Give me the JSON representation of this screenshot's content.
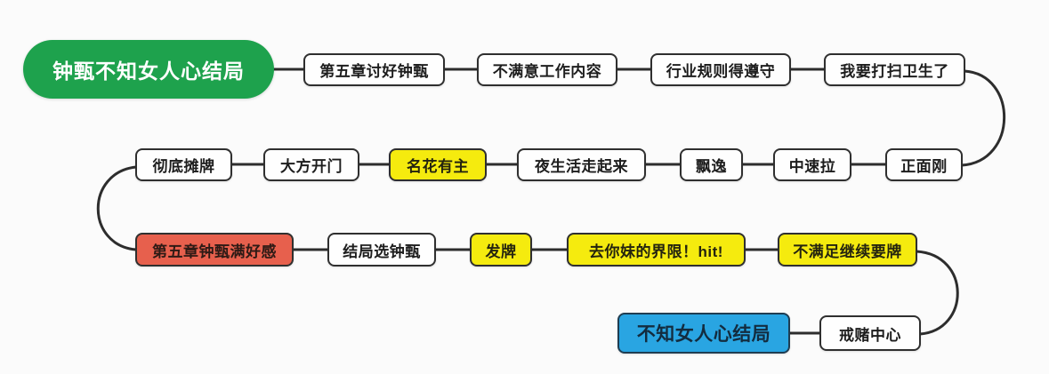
{
  "diagram": {
    "title_node": "钟甄不知女人心结局",
    "colors": {
      "green": "#1ea24d",
      "yellow": "#f5eb0e",
      "red": "#e7604d",
      "blue": "#29a5e2",
      "line": "#2d2d2d",
      "box_bg": "#fefefe",
      "box_border": "#2f2f2f"
    },
    "nodes": [
      {
        "label": "钟甄不知女人心结局",
        "type": "pill-green"
      },
      {
        "label": "第五章讨好钟甄",
        "type": "box"
      },
      {
        "label": "不满意工作内容",
        "type": "box"
      },
      {
        "label": "行业规则得遵守",
        "type": "box"
      },
      {
        "label": "我要打扫卫生了",
        "type": "box"
      },
      {
        "label": "彻底摊牌",
        "type": "box"
      },
      {
        "label": "大方开门",
        "type": "box"
      },
      {
        "label": "名花有主",
        "type": "box-yellow"
      },
      {
        "label": "夜生活走起来",
        "type": "box"
      },
      {
        "label": "飘逸",
        "type": "box"
      },
      {
        "label": "中速拉",
        "type": "box"
      },
      {
        "label": "正面刚",
        "type": "box"
      },
      {
        "label": "第五章钟甄满好感",
        "type": "box-red"
      },
      {
        "label": "结局选钟甄",
        "type": "box"
      },
      {
        "label": "发牌",
        "type": "box-yellow"
      },
      {
        "label": "去你妹的界限！hit!",
        "type": "box-yellow"
      },
      {
        "label": "不满足继续要牌",
        "type": "box-yellow"
      },
      {
        "label": "不知女人心结局",
        "type": "box-blue"
      },
      {
        "label": "戒赌中心",
        "type": "box"
      }
    ]
  }
}
